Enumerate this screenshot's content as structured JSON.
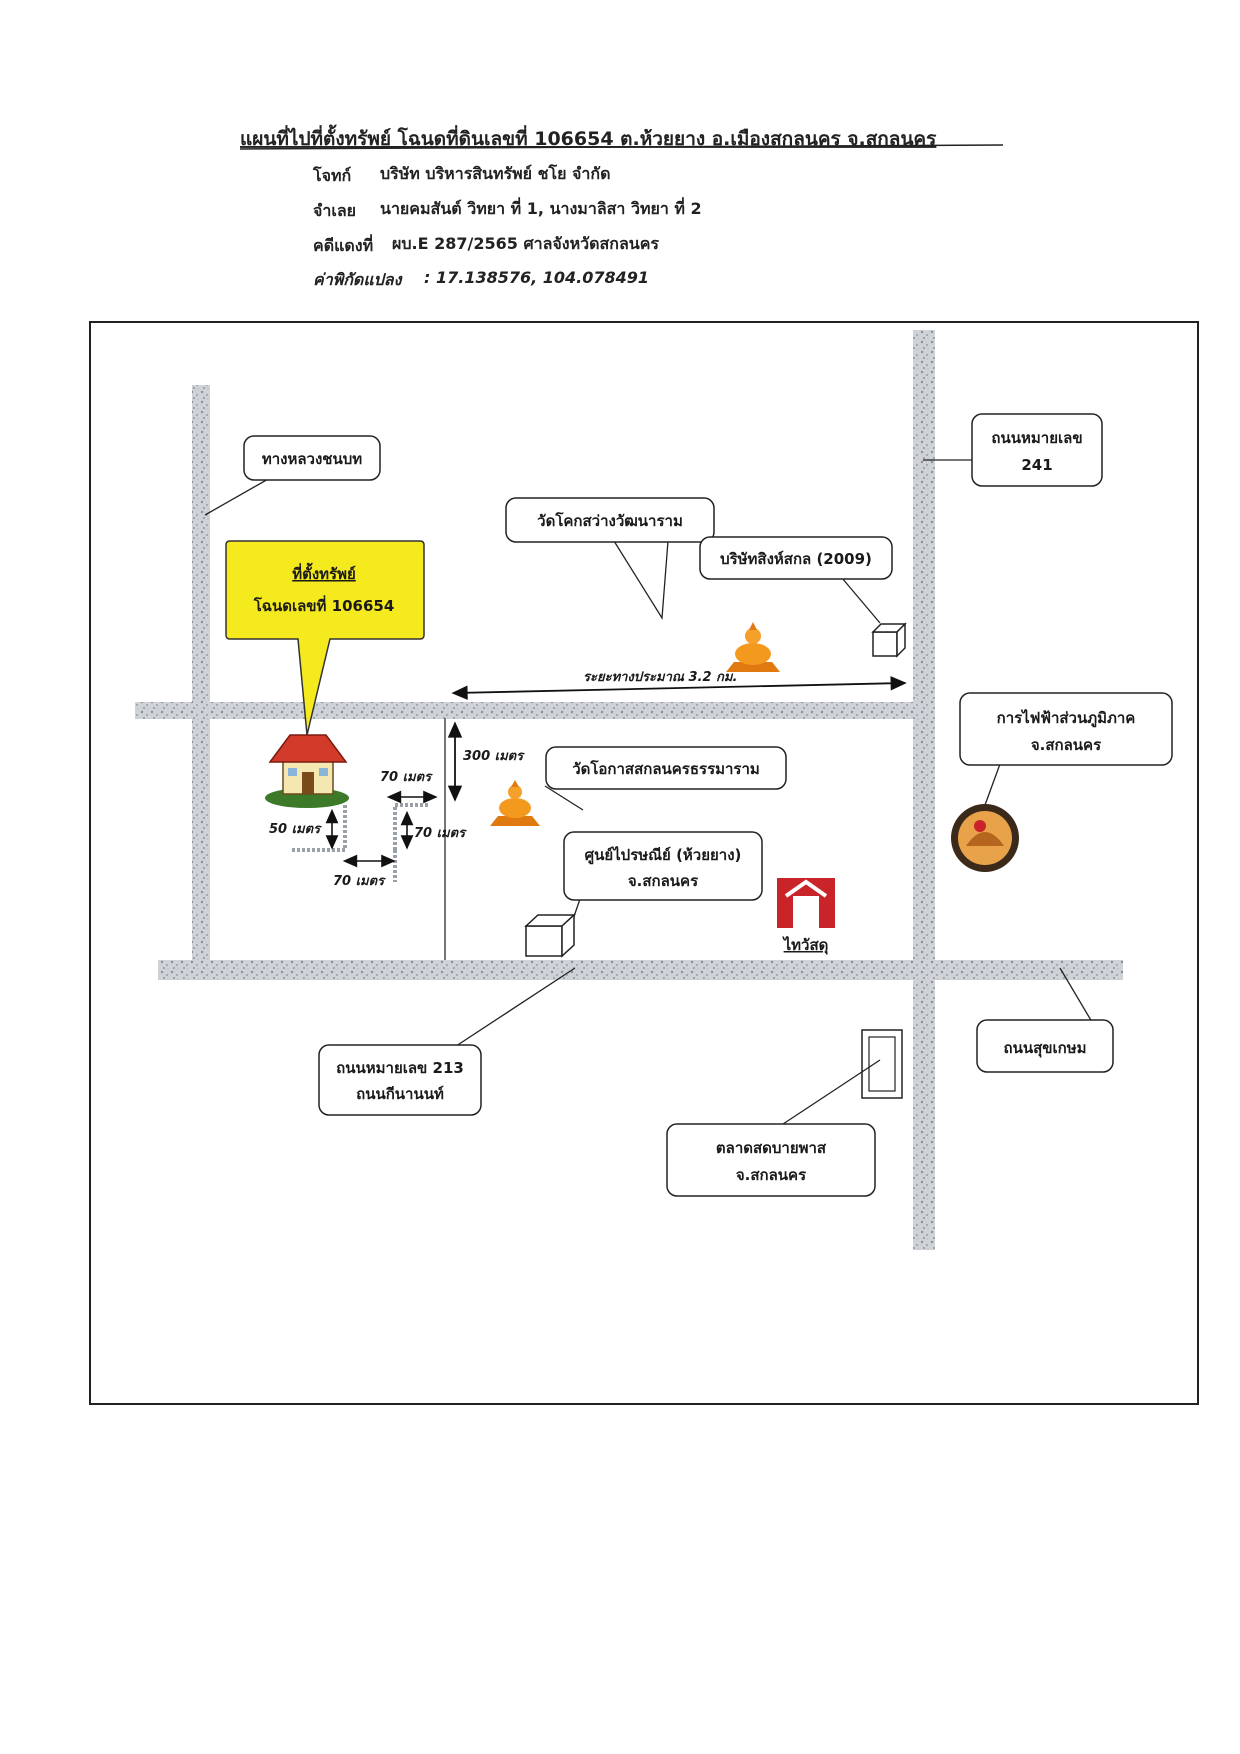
{
  "header": {
    "title": "แผนที่ไปที่ตั้งทรัพย์ โฉนดที่ดินเลขที่ 106654 ต.ห้วยยาง อ.เมืองสกลนคร จ.สกลนคร",
    "plaintiff_label": "โจทก์",
    "plaintiff": "บริษัท บริหารสินทรัพย์ ชโย จำกัด",
    "defendant_label": "จำเลย",
    "defendant": "นายคมสันต์ วิทยา ที่ 1, นางมาลิสา วิทยา ที่ 2",
    "case_label": "คดีแดงที่",
    "case": "ผบ.E 287/2565 ศาลจังหวัดสกลนคร",
    "coord_label": "ค่าพิกัดแปลง",
    "coord": ": 17.138576, 104.078491"
  },
  "callouts": {
    "rural_road": "ทางหลวงชนบท",
    "property_title": "ที่ตั้งทรัพย์",
    "property_deed": "โฉนดเลขที่ 106654",
    "wat_sawang": "วัดโคกสว่างวัฒนาราม",
    "singh_company": "บริษัทสิงห์สกล (2009)",
    "road_241_line1": "ถนนหมายเลข",
    "road_241_line2": "241",
    "pea_line1": "การไฟฟ้าส่วนภูมิภาค",
    "pea_line2": "จ.สกลนคร",
    "wat_okas": "วัดโอกาสสกลนครธรรมาราม",
    "post_office_line1": "ศูนย์ไปรษณีย์ (ห้วยยาง)",
    "post_office_line2": "จ.สกลนคร",
    "thaiwatsadu": "ไทวัสดุ",
    "road_213_line1": "ถนนหมายเลข 213",
    "road_213_line2": "ถนนกีนานนท์",
    "suk_kasem": "ถนนสุขเกษม",
    "market_line1": "ตลาดสดบายพาส",
    "market_line2": "จ.สกลนคร"
  },
  "distances": {
    "approx_distance": "ระยะทางประมาณ 3.2 กม.",
    "d300": "300 เมตร",
    "d70_top": "70 เมตร",
    "d50": "50 เมตร",
    "d70_right": "70 เมตร",
    "d70_bottom": "70 เมตร"
  },
  "colors": {
    "road_fill": "#c9cdd2",
    "property_bubble": "#f5ea1e",
    "temple_gold": "#e07a10",
    "house_roof": "#d23a2a",
    "thaiwatsadu_red": "#c8242a"
  },
  "icons": [
    "house-icon",
    "buddha-temple-icon",
    "building-box-icon",
    "pea-emblem-icon",
    "thaiwatsadu-logo-icon",
    "market-building-icon"
  ]
}
